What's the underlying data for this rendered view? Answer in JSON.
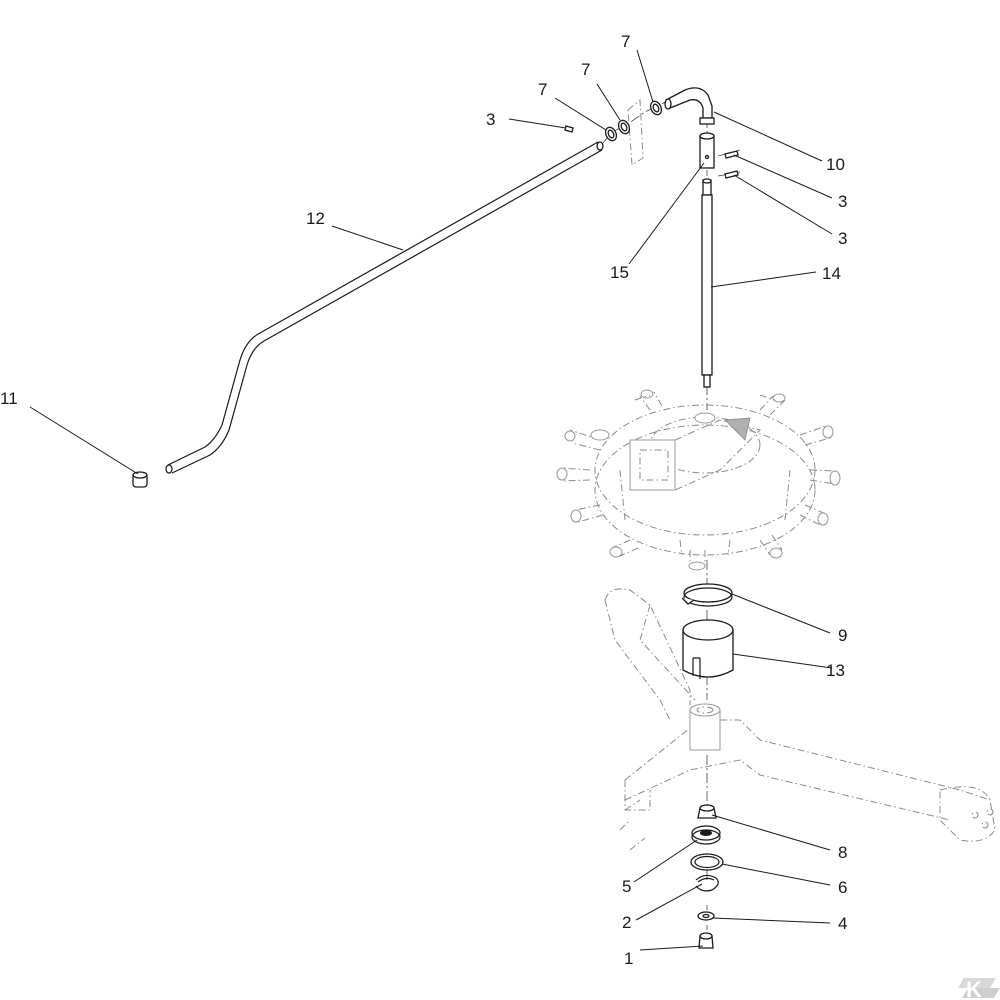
{
  "callouts": {
    "c1": "1",
    "c2": "2",
    "c3a": "3",
    "c3b": "3",
    "c3c": "3",
    "c4": "4",
    "c5": "5",
    "c6": "6",
    "c7a": "7",
    "c7b": "7",
    "c7c": "7",
    "c8": "8",
    "c9": "9",
    "c10": "10",
    "c11": "11",
    "c12": "12",
    "c13": "13",
    "c14": "14",
    "c15": "15"
  },
  "colors": {
    "line": "#1a1a1a",
    "ghost": "#8a8a8a",
    "background": "#ffffff",
    "logo": "#d8d8d8"
  },
  "logo": {
    "text": "K"
  }
}
